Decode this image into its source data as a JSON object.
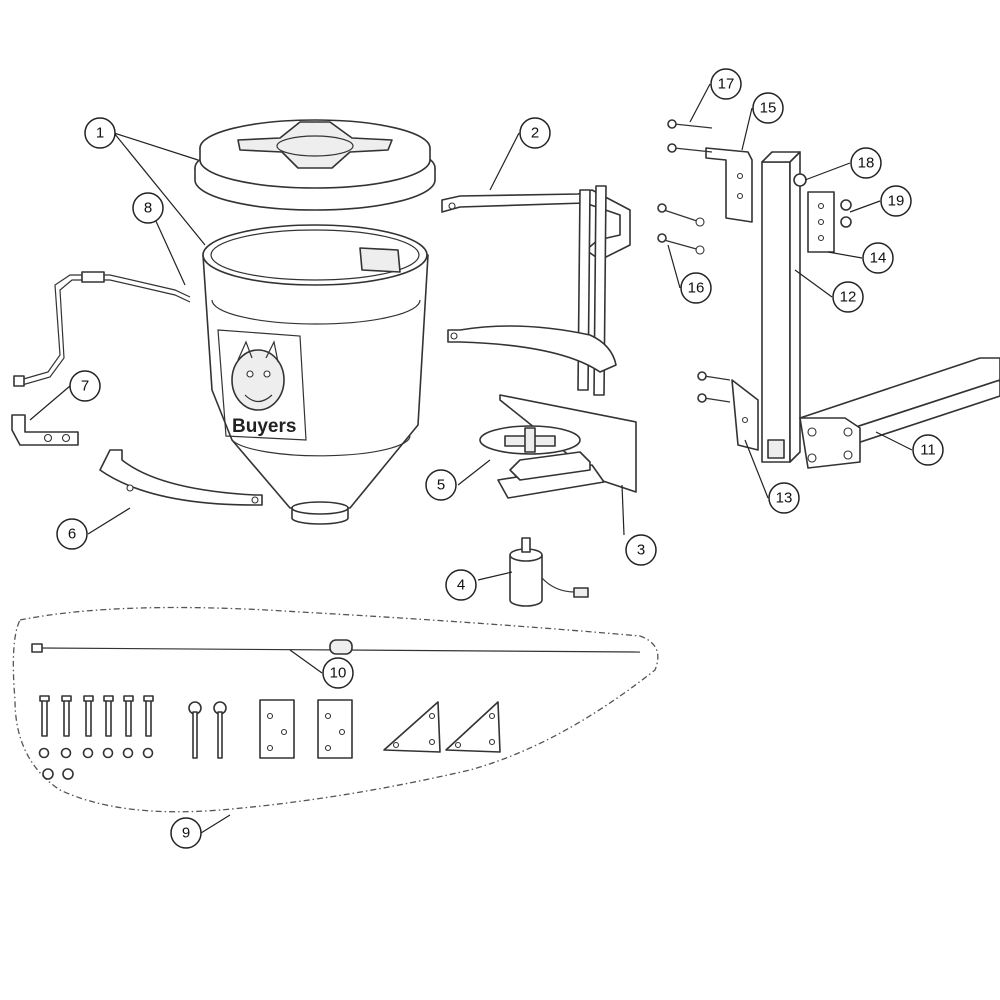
{
  "brand_label": "Buyers",
  "callouts": [
    {
      "id": "1",
      "label": "1"
    },
    {
      "id": "2",
      "label": "2"
    },
    {
      "id": "3",
      "label": "3"
    },
    {
      "id": "4",
      "label": "4"
    },
    {
      "id": "5",
      "label": "5"
    },
    {
      "id": "6",
      "label": "6"
    },
    {
      "id": "7",
      "label": "7"
    },
    {
      "id": "8",
      "label": "8"
    },
    {
      "id": "9",
      "label": "9"
    },
    {
      "id": "10",
      "label": "10"
    },
    {
      "id": "11",
      "label": "11"
    },
    {
      "id": "12",
      "label": "12"
    },
    {
      "id": "13",
      "label": "13"
    },
    {
      "id": "14",
      "label": "14"
    },
    {
      "id": "15",
      "label": "15"
    },
    {
      "id": "16",
      "label": "16"
    },
    {
      "id": "17",
      "label": "17"
    },
    {
      "id": "18",
      "label": "18"
    },
    {
      "id": "19",
      "label": "19"
    }
  ],
  "colors": {
    "line": "#333333",
    "background": "#ffffff",
    "shade": "#eeeeee"
  }
}
